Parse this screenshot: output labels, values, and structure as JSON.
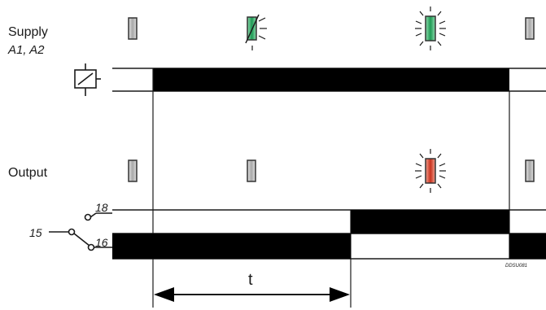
{
  "labels": {
    "supply": "Supply",
    "supply_terminals": "A1, A2",
    "output": "Output",
    "terminal_18": "18",
    "terminal_15": "15",
    "terminal_16": "16",
    "timer": "t",
    "ref_code": "DDSU081"
  },
  "colors": {
    "line": "#1a1a1a",
    "led_off": "#b9b9b9",
    "led_green": "#2fb36a",
    "led_red": "#e0513c"
  },
  "icons": {
    "coil": "relay-coil-symbol",
    "contact": "changeover-contact-symbol",
    "led": "led-indicator"
  }
}
